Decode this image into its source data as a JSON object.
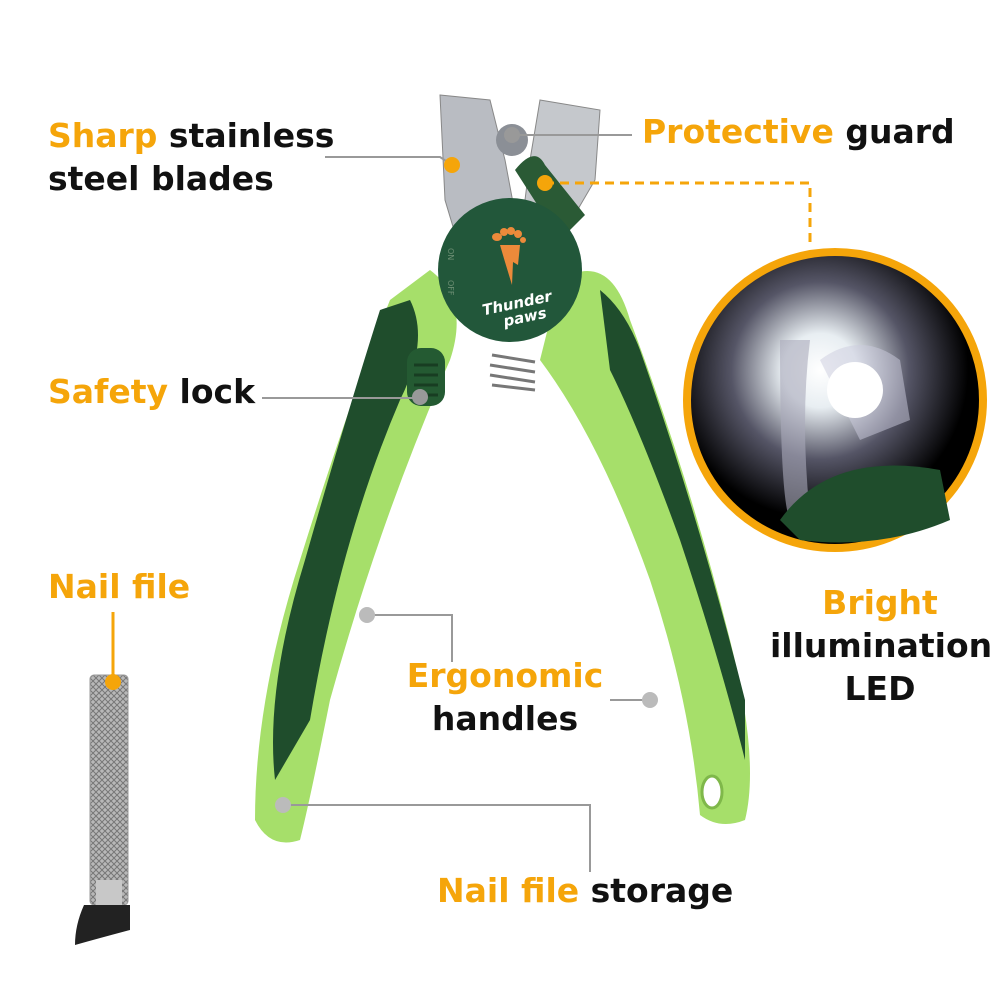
{
  "colors": {
    "accent": "#f5a50a",
    "handle_light": "#a6df6a",
    "handle_dark": "#1f4d2c",
    "leader": "#999999"
  },
  "brand": {
    "logo_text": [
      "Thunder",
      "paws"
    ],
    "switch_on": "ON",
    "switch_off": "OFF"
  },
  "labels": {
    "blades": {
      "highlight": "Sharp",
      "rest_line1": " stainless",
      "line2": "steel blades"
    },
    "guard": {
      "highlight": "Protective",
      "rest": " guard"
    },
    "lock": {
      "highlight": "Safety",
      "rest": " lock"
    },
    "file": {
      "highlight": "Nail file"
    },
    "handles": {
      "highlight": "Ergonomic",
      "line2": "handles"
    },
    "led": {
      "highlight": "Bright",
      "line2": "illumination",
      "line3": "LED"
    },
    "storage": {
      "highlight": "Nail file",
      "rest": " storage"
    }
  }
}
